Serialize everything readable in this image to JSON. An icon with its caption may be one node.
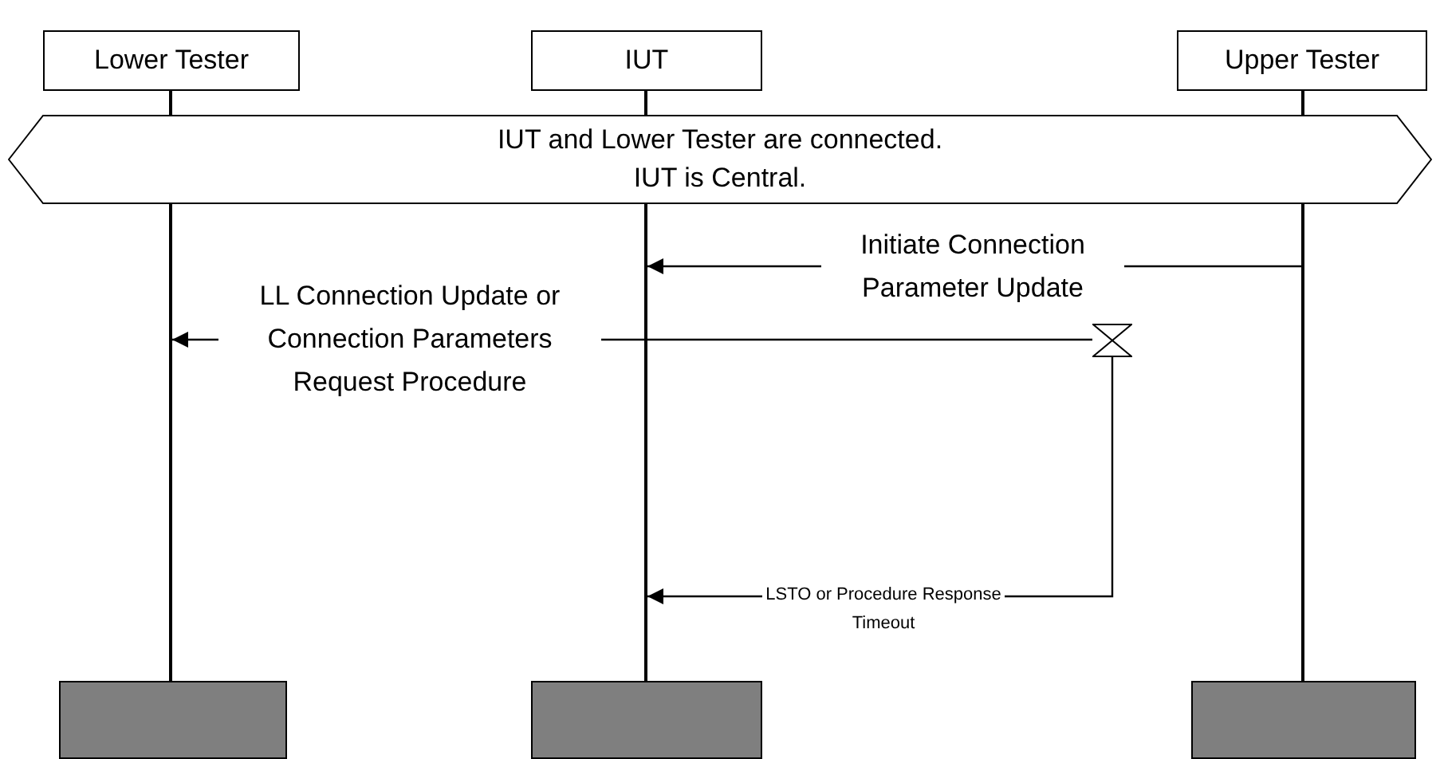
{
  "diagram": {
    "nodes": [
      {
        "text": [
          "Lower Tester"
        ]
      },
      {
        "text": [
          "IUT"
        ]
      },
      {
        "text": [
          "Upper Tester"
        ]
      },
      {
        "text": [],
        "shape": "line"
      },
      {
        "text": [],
        "shape": "line"
      },
      {
        "text": [],
        "shape": "line"
      },
      {
        "text": [
          "IUT and Lower Tester are connected. IUT is Central."
        ]
      },
      {
        "text": [],
        "shape": "hourglass"
      },
      {
        "text": [],
        "shape": "box"
      },
      {
        "text": [],
        "shape": "box"
      },
      {
        "text": [],
        "shape": "box"
      }
    ],
    "edges": [
      {
        "from": 5,
        "to": 4,
        "arrow": "to",
        "label": "Initiate Connection Parameter Update"
      },
      {
        "from": 7,
        "to": 3,
        "arrow": "to",
        "label": "LL Connection Update or Connection Parameters Request Procedure"
      },
      {
        "from": 7,
        "to": 4,
        "arrow": "to",
        "label": "LSTO or Procedure Response Timeout"
      }
    ]
  }
}
